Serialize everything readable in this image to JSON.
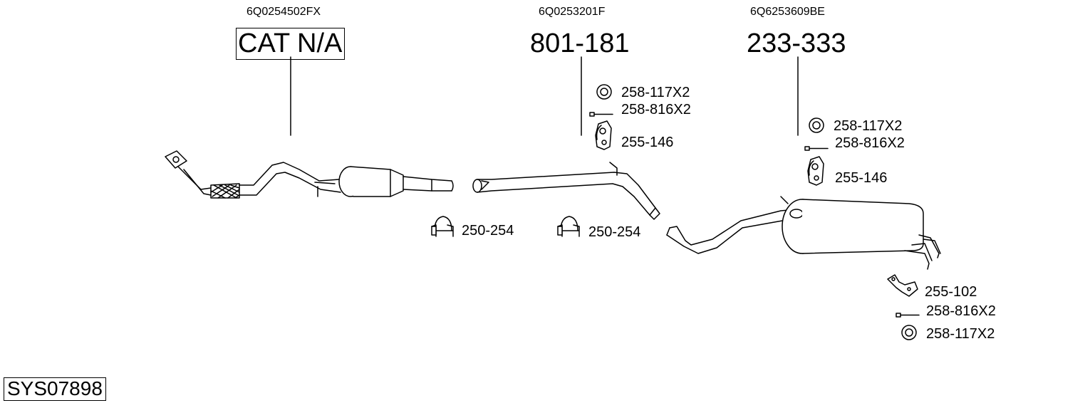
{
  "assemblies": [
    {
      "oem": "6Q0254502FX",
      "part": "CAT N/A"
    },
    {
      "oem": "6Q0253201F",
      "part": "801-181"
    },
    {
      "oem": "6Q6253609BE",
      "part": "233-333"
    }
  ],
  "parts": {
    "clamp_1": "250-254",
    "clamp_2": "250-254",
    "ring_1": "258-117X2",
    "bolt_1": "258-816X2",
    "hanger_1": "255-146",
    "ring_2": "258-117X2",
    "bolt_2": "258-816X2",
    "hanger_2": "255-146",
    "bracket_3": "255-102",
    "bolt_3": "258-816X2",
    "ring_3": "258-117X2"
  },
  "system_code": "SYS07898"
}
